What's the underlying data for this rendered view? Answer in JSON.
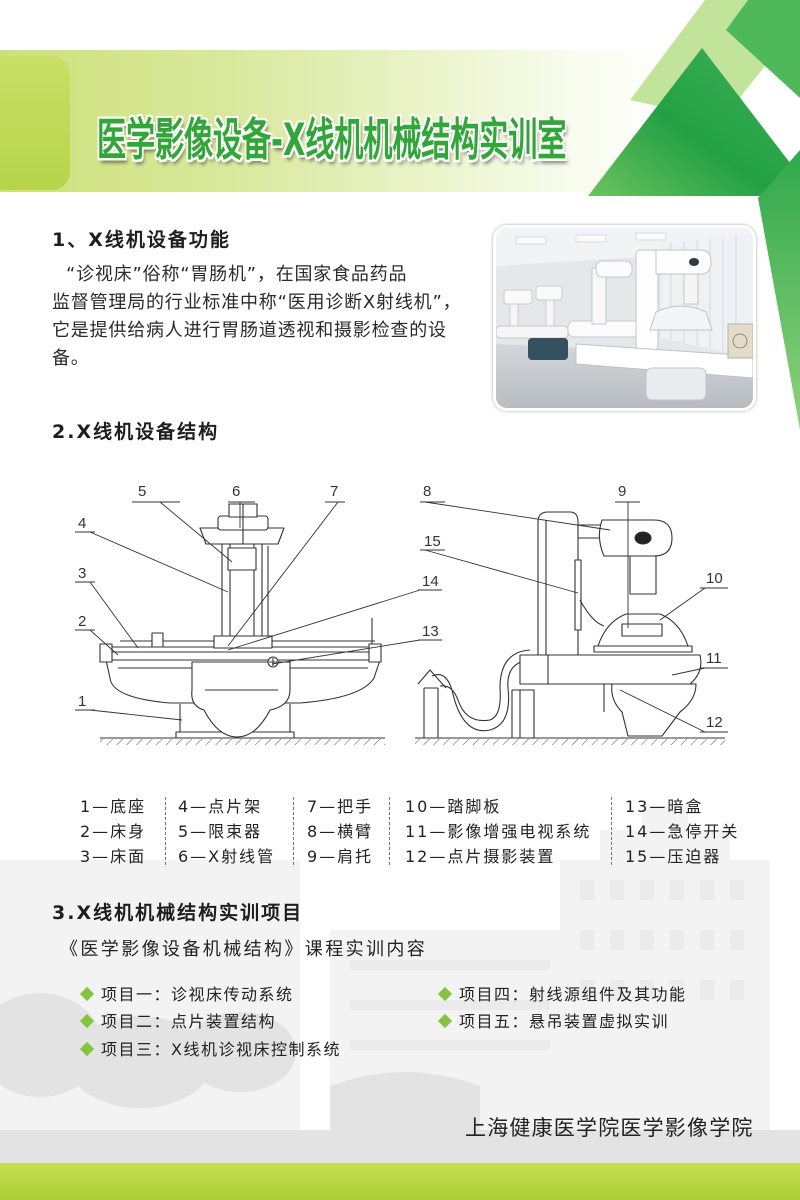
{
  "header": {
    "title": "医学影像设备-X线机机械结构实训室"
  },
  "section1": {
    "heading": "1、X线机设备功能",
    "paragraph_lines": [
      "“诊视床”俗称“胃肠机”，在国家食品药品",
      "监督管理局的行业标准中称“医用诊断X射线机”，",
      "它是提供给病人进行胃肠道透视和摄影检查的设",
      "备。"
    ]
  },
  "section2": {
    "heading": "2.X线机设备结构",
    "diagram_labels": [
      "1",
      "2",
      "3",
      "4",
      "5",
      "6",
      "7",
      "8",
      "9",
      "10",
      "11",
      "12",
      "13",
      "14",
      "15"
    ]
  },
  "legend": {
    "columns": [
      [
        "1—底座",
        "2—床身",
        "3—床面"
      ],
      [
        "4—点片架",
        "5—限束器",
        "6—X射线管"
      ],
      [
        "7—把手",
        "8—横臂",
        "9—肩托"
      ],
      [
        "10—踏脚板",
        "11—影像增强电视系统",
        "12—点片摄影装置"
      ],
      [
        "13—暗盒",
        "14—急停开关",
        "15—压迫器"
      ]
    ]
  },
  "section3": {
    "heading": "3.X线机机械结构实训项目",
    "subtitle": "《医学影像设备机械结构》课程实训内容",
    "projects": [
      "项目一：诊视床传动系统",
      "项目二：点片装置结构",
      "项目三：X线机诊视床控制系统",
      "项目四：射线源组件及其功能",
      "项目五：悬吊装置虚拟实训"
    ]
  },
  "footer": {
    "institution": "上海健康医学院医学影像学院"
  },
  "colors": {
    "title_green": "#33a63a",
    "deco_dark_green": "#23a044",
    "bullet_green": "#86c340",
    "band_lime": "#b3d23a"
  }
}
